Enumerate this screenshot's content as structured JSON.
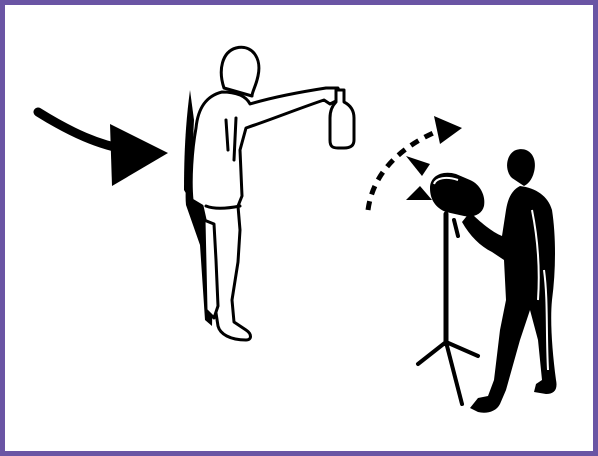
{
  "frame": {
    "border_color": "#6a55a4",
    "background": "#ffffff"
  },
  "illustration": {
    "ink_color": "#000000",
    "paper_color": "#ffffff",
    "elements": [
      "incoming-arrow",
      "figure-holding-light-meter",
      "light-meter",
      "photographer-figure",
      "studio-flash-head",
      "light-stand",
      "tilt-direction-arrow"
    ]
  }
}
